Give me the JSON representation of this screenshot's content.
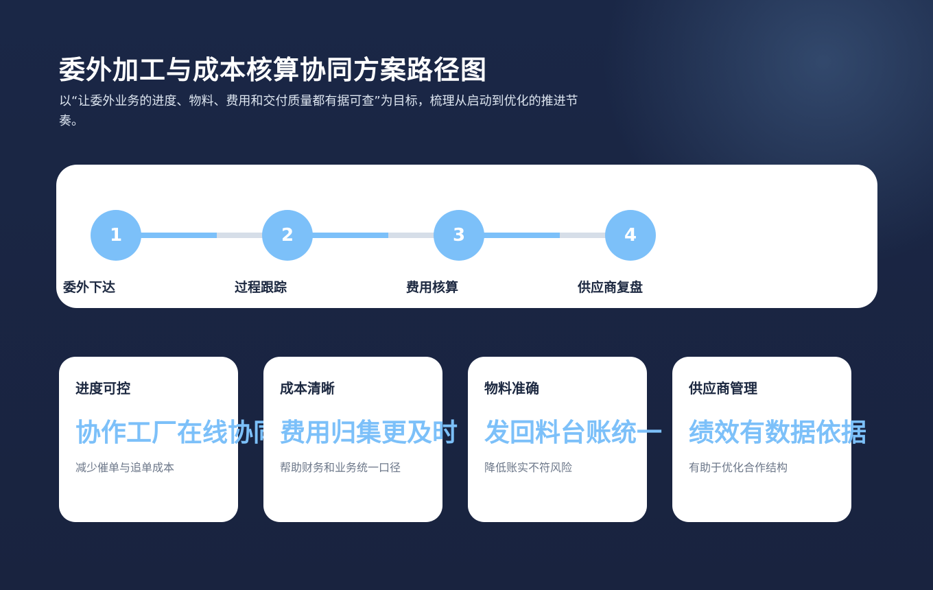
{
  "header": {
    "title": "委外加工与成本核算协同方案路径图",
    "subtitle": "以“让委外业务的进度、物料、费用和交付质量都有据可查”为目标，梳理从启动到优化的推进节奏。"
  },
  "roadmap": {
    "steps": [
      {
        "number": "1",
        "label": "委外下达"
      },
      {
        "number": "2",
        "label": "过程跟踪"
      },
      {
        "number": "3",
        "label": "费用核算"
      },
      {
        "number": "4",
        "label": "供应商复盘"
      }
    ]
  },
  "benefits": [
    {
      "title": "进度可控",
      "headline": "协作工厂在线协同",
      "note": "减少催单与追单成本"
    },
    {
      "title": "成本清晰",
      "headline": "费用归集更及时",
      "note": "帮助财务和业务统一口径"
    },
    {
      "title": "物料准确",
      "headline": "发回料台账统一",
      "note": "降低账实不符风险"
    },
    {
      "title": "供应商管理",
      "headline": "绩效有数据依据",
      "note": "有助于优化合作结构"
    }
  ],
  "colors": {
    "accent": "#7cc0f9",
    "background": "#1a2746",
    "panel": "#ffffff",
    "dark_text": "#1c2840",
    "muted_text": "#6c7789",
    "track_inactive": "#d6dee8"
  }
}
